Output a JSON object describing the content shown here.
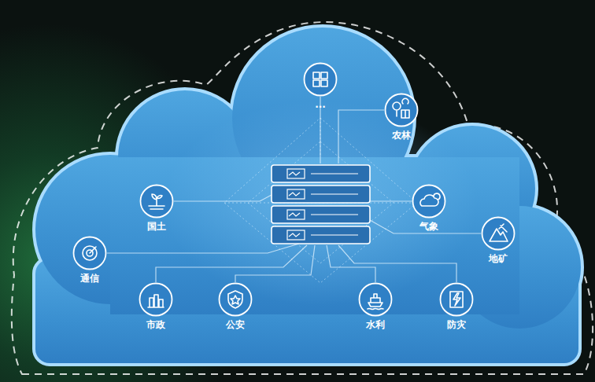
{
  "diagram": {
    "nodes": [
      {
        "text": [
          "..."
        ]
      },
      {
        "text": [
          "农林"
        ]
      },
      {
        "text": [
          "国土"
        ]
      },
      {
        "text": [
          "气象"
        ]
      },
      {
        "text": [
          "地矿"
        ]
      },
      {
        "text": [
          "通信"
        ]
      },
      {
        "text": [
          "市政"
        ]
      },
      {
        "text": [
          "公安"
        ]
      },
      {
        "text": [
          "水利"
        ]
      },
      {
        "text": [
          "防灾"
        ]
      }
    ]
  }
}
